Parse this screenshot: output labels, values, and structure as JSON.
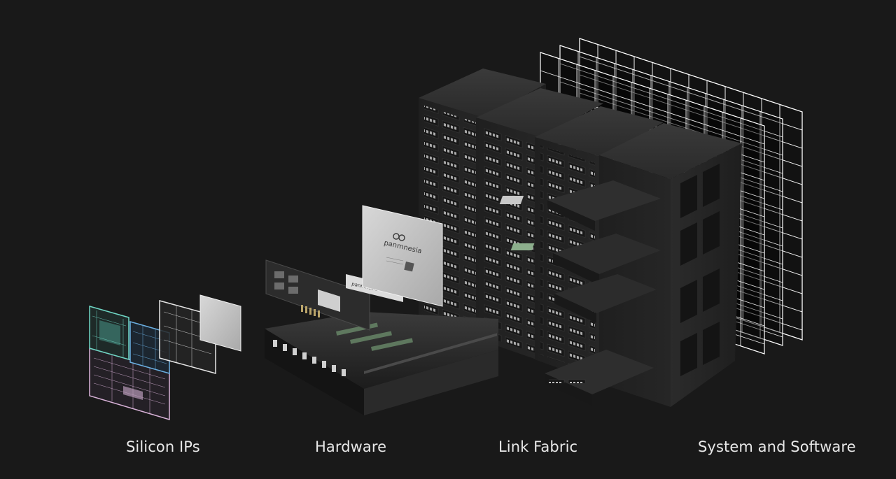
{
  "captions": {
    "silicon": "Silicon IPs",
    "hardware": "Hardware",
    "fabric": "Link Fabric",
    "system": "System and Software"
  },
  "chip_marking": {
    "brand": "panmnesia",
    "small_brand": "panmnesia"
  },
  "colors": {
    "background": "#191919",
    "caption_text": "#e8e8e8",
    "die_teal": "#6fd6c4",
    "die_blue": "#6aaee0",
    "die_pink": "#d9b3d9",
    "die_white": "#e6e6e6",
    "rack": "#2a2a2a",
    "grid_line": "#ffffff"
  },
  "icons": {
    "grid_planes": "software-grid-layers-icon",
    "racks": "server-rack-icon",
    "chip": "processor-chip-icon",
    "dies": "silicon-die-stack-icon"
  }
}
